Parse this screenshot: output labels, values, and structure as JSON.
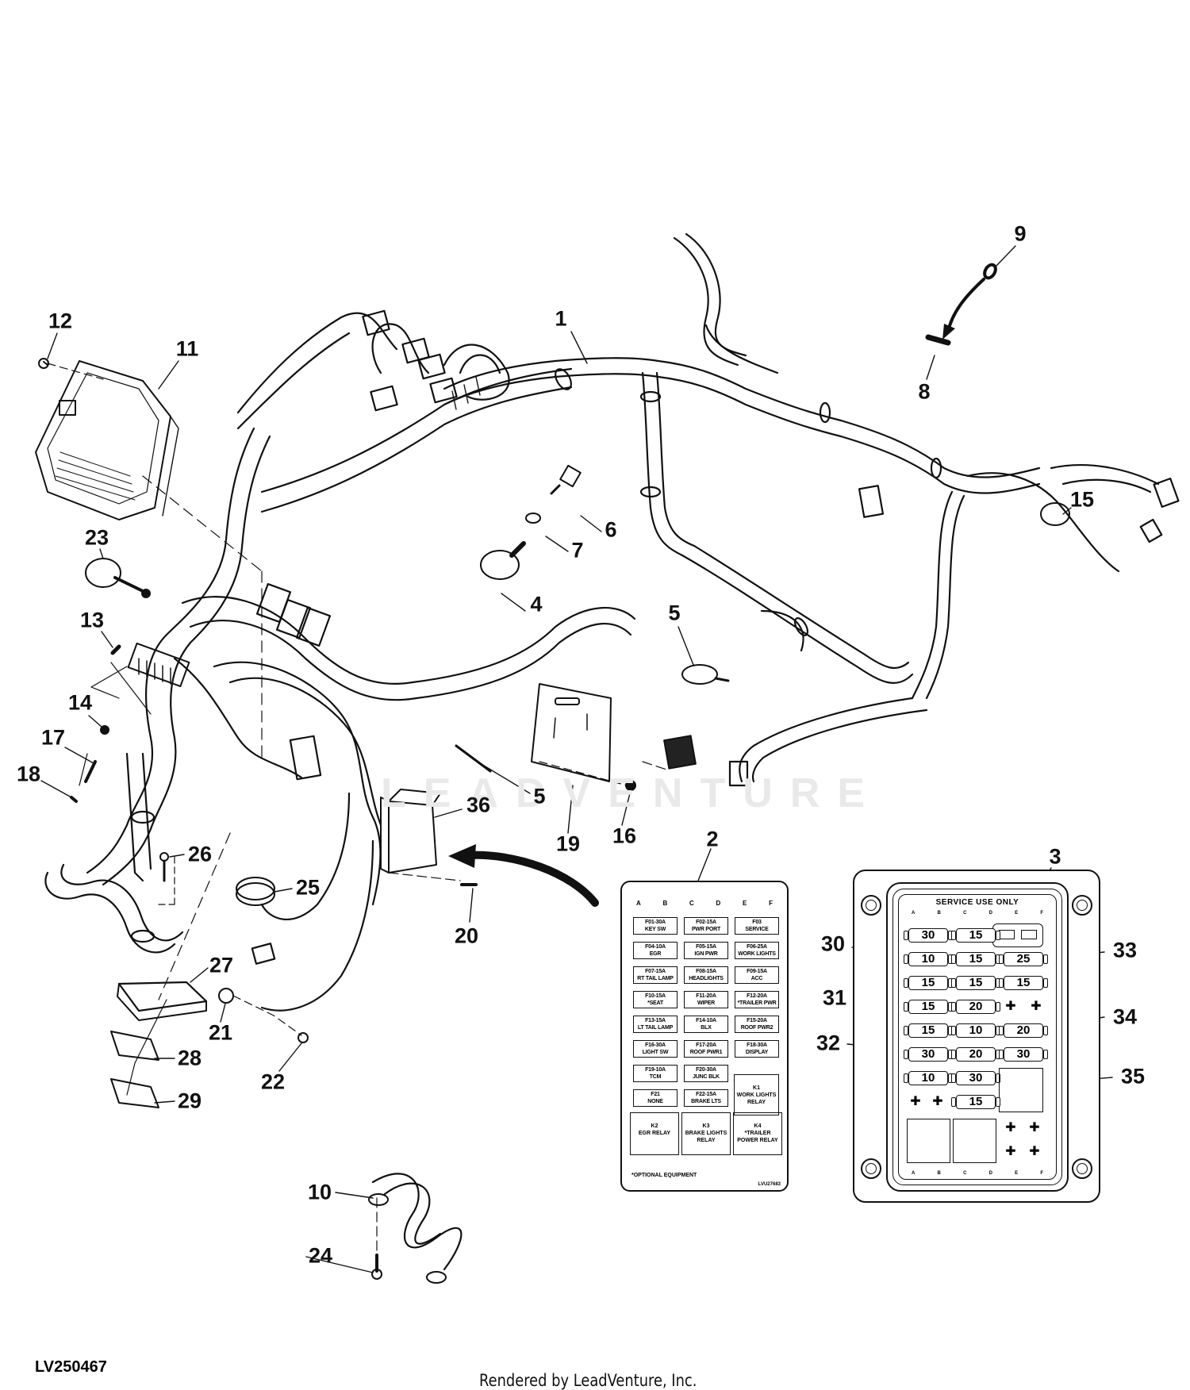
{
  "figure_id": "LV250467",
  "footer": "Rendered by LeadVenture, Inc.",
  "watermark": "LEADVENTURE",
  "callouts": {
    "c1": "1",
    "c2": "2",
    "c3": "3",
    "c4": "4",
    "c5a": "5",
    "c5b": "5",
    "c6": "6",
    "c7": "7",
    "c8": "8",
    "c9": "9",
    "c10": "10",
    "c11": "11",
    "c12": "12",
    "c13": "13",
    "c14": "14",
    "c15": "15",
    "c16": "16",
    "c17": "17",
    "c18": "18",
    "c19": "19",
    "c20": "20",
    "c21": "21",
    "c22": "22",
    "c23": "23",
    "c24": "24",
    "c25": "25",
    "c26": "26",
    "c27": "27",
    "c28": "28",
    "c29": "29",
    "c30": "30",
    "c31": "31",
    "c32": "32",
    "c33": "33",
    "c34": "34",
    "c35": "35",
    "c36": "36"
  },
  "fuse_card": {
    "columns": [
      "A",
      "B",
      "C",
      "D",
      "E",
      "F"
    ],
    "rows": [
      [
        {
          "id": "F01-30A",
          "label": "KEY SW"
        },
        {
          "id": "F02-15A",
          "label": "PWR PORT"
        },
        {
          "id": "F03",
          "label": "SERVICE"
        }
      ],
      [
        {
          "id": "F04-10A",
          "label": "EGR"
        },
        {
          "id": "F05-15A",
          "label": "IGN PWR"
        },
        {
          "id": "F06-25A",
          "label": "WORK LIGHTS"
        }
      ],
      [
        {
          "id": "F07-15A",
          "label": "RT TAIL LAMP"
        },
        {
          "id": "F08-15A",
          "label": "HEADLIGHTS"
        },
        {
          "id": "F09-15A",
          "label": "ACC"
        }
      ],
      [
        {
          "id": "F10-15A",
          "label": "*SEAT"
        },
        {
          "id": "F11-20A",
          "label": "WIPER"
        },
        {
          "id": "F12-20A",
          "label": "*TRAILER PWR"
        }
      ],
      [
        {
          "id": "F13-15A",
          "label": "LT TAIL LAMP"
        },
        {
          "id": "F14-10A",
          "label": "BLX"
        },
        {
          "id": "F15-20A",
          "label": "ROOF PWR2"
        }
      ],
      [
        {
          "id": "F16-30A",
          "label": "LIGHT SW"
        },
        {
          "id": "F17-20A",
          "label": "ROOF PWR1"
        },
        {
          "id": "F18-30A",
          "label": "DISPLAY"
        }
      ],
      [
        {
          "id": "F19-10A",
          "label": "TCM"
        },
        {
          "id": "F20-30A",
          "label": "JUNC BLK"
        }
      ],
      [
        {
          "id": "F21",
          "label": "NONE"
        },
        {
          "id": "F22-15A",
          "label": "BRAKE LTS"
        }
      ]
    ],
    "relay_k1": {
      "id": "K1",
      "label": "WORK LIGHTS RELAY"
    },
    "relays": [
      {
        "id": "K2",
        "label": "EGR RELAY"
      },
      {
        "id": "K3",
        "label": "BRAKE LIGHTS RELAY"
      },
      {
        "id": "K4",
        "label": "*TRAILER POWER RELAY"
      }
    ],
    "note": "*OPTIONAL EQUIPMENT",
    "code": "LVU27683"
  },
  "fuse_box": {
    "service_label": "SERVICE USE ONLY",
    "columns": [
      "A",
      "B",
      "C",
      "D",
      "E",
      "F"
    ],
    "fuses": {
      "r1c1": "30",
      "r1c2": "15",
      "r2c1": "10",
      "r2c2": "15",
      "r2c3": "25",
      "r3c1": "15",
      "r3c2": "15",
      "r3c3": "15",
      "r4c1": "15",
      "r4c2": "20",
      "r5c1": "15",
      "r5c2": "10",
      "r5c3": "20",
      "r6c1": "30",
      "r6c2": "20",
      "r6c3": "30",
      "r7c1": "10",
      "r7c2": "30",
      "r8c2": "15"
    }
  }
}
